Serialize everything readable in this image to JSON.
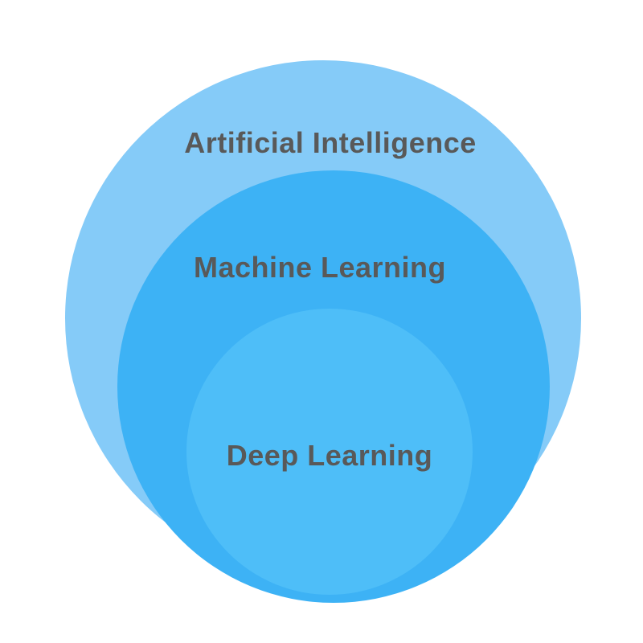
{
  "diagram": {
    "type": "nested-circles",
    "background": "#ffffff",
    "label_color": "#595959",
    "circles": [
      {
        "id": "artificial-intelligence",
        "label": "Artificial Intelligence",
        "color": "#85CBF8",
        "level": 1
      },
      {
        "id": "machine-learning",
        "label": "Machine Learning",
        "color": "#3DB2F5",
        "level": 2
      },
      {
        "id": "deep-learning",
        "label": "Deep Learning",
        "color": "#4EBEF8",
        "level": 3
      }
    ]
  }
}
